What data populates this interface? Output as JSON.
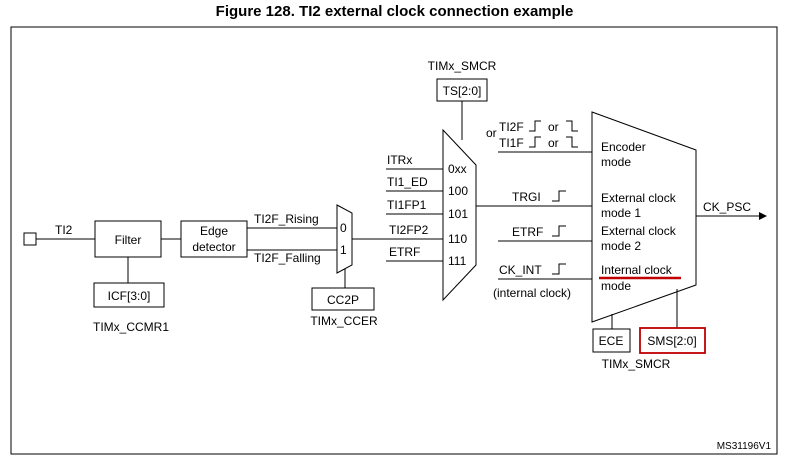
{
  "title": "Figure 128. TI2 external clock connection example",
  "input_pin": "TI2",
  "filter": {
    "label": "Filter",
    "param": "ICF[3:0]",
    "register": "TIMx_CCMR1"
  },
  "edge_detector": {
    "line1": "Edge",
    "line2": "detector"
  },
  "edge_outputs": {
    "rising": "TI2F_Rising",
    "falling": "TI2F_Falling"
  },
  "polarity_mux": {
    "in0": "0",
    "in1": "1",
    "param": "CC2P",
    "register": "TIMx_CCER"
  },
  "trigger_mux": {
    "register": "TIMx_SMCR",
    "param": "TS[2:0]",
    "inputs": [
      {
        "signal": "ITRx",
        "code": "0xx"
      },
      {
        "signal": "TI1_ED",
        "code": "100"
      },
      {
        "signal": "TI1FP1",
        "code": "101"
      },
      {
        "signal": "TI2FP2",
        "code": "110"
      },
      {
        "signal": "ETRF",
        "code": "111"
      }
    ]
  },
  "mode_mux": {
    "encoder_signals": {
      "or": "or",
      "ti2f": "TI2F",
      "ti1f": "TI1F",
      "or1": "or",
      "or2": "or"
    },
    "trgi": "TRGI",
    "etrf": "ETRF",
    "ck_int": "CK_INT",
    "internal_note": "(internal clock)",
    "modes": {
      "encoder_1": "Encoder",
      "encoder_2": "mode",
      "ext1_1": "External clock",
      "ext1_2": "mode 1",
      "ext2_1": "External clock",
      "ext2_2": "mode 2",
      "int_1": "Internal clock",
      "int_2": "mode"
    },
    "output": "CK_PSC",
    "ece": "ECE",
    "sms": "SMS[2:0]",
    "register": "TIMx_SMCR"
  },
  "doc_id": "MS31196V1",
  "colors": {
    "highlight": "#c00000"
  }
}
